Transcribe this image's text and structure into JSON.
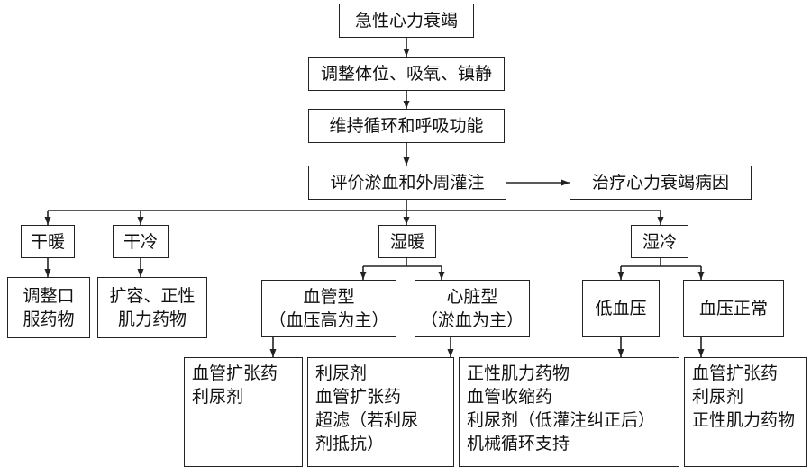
{
  "nodes": {
    "acute_hf": {
      "lines": [
        "急性心力衰竭"
      ]
    },
    "adjust": {
      "lines": [
        "调整体位、吸氧、镇静"
      ]
    },
    "maintain": {
      "lines": [
        "维持循环和呼吸功能"
      ]
    },
    "evaluate": {
      "lines": [
        "评价淤血和外周灌注"
      ]
    },
    "cause": {
      "lines": [
        "治疗心力衰竭病因"
      ]
    },
    "dry_warm": {
      "lines": [
        "干暖"
      ]
    },
    "dry_cold": {
      "lines": [
        "干冷"
      ]
    },
    "wet_warm": {
      "lines": [
        "湿暖"
      ]
    },
    "wet_cold": {
      "lines": [
        "湿冷"
      ]
    },
    "dw_treat": {
      "lines": [
        "调整口",
        "服药物"
      ]
    },
    "dc_treat": {
      "lines": [
        "扩容、正性",
        "肌力药物"
      ]
    },
    "vascular": {
      "lines": [
        "血管型",
        "（血压高为主）"
      ]
    },
    "cardiac": {
      "lines": [
        "心脏型",
        "（淤血为主）"
      ]
    },
    "low_bp": {
      "lines": [
        "低血压"
      ]
    },
    "normal_bp": {
      "lines": [
        "血压正常"
      ]
    },
    "vas_treat": {
      "lines": [
        "血管扩张药",
        "利尿剂"
      ]
    },
    "car_treat": {
      "lines": [
        "利尿剂",
        "血管扩张药",
        "超滤（若利尿",
        "剂抵抗）"
      ]
    },
    "low_treat": {
      "lines": [
        "正性肌力药物",
        "血管收缩药",
        "利尿剂（低灌注纠正后）",
        "机械循环支持"
      ]
    },
    "norm_treat": {
      "lines": [
        "血管扩张药",
        "利尿剂",
        "正性肌力药物"
      ]
    }
  }
}
